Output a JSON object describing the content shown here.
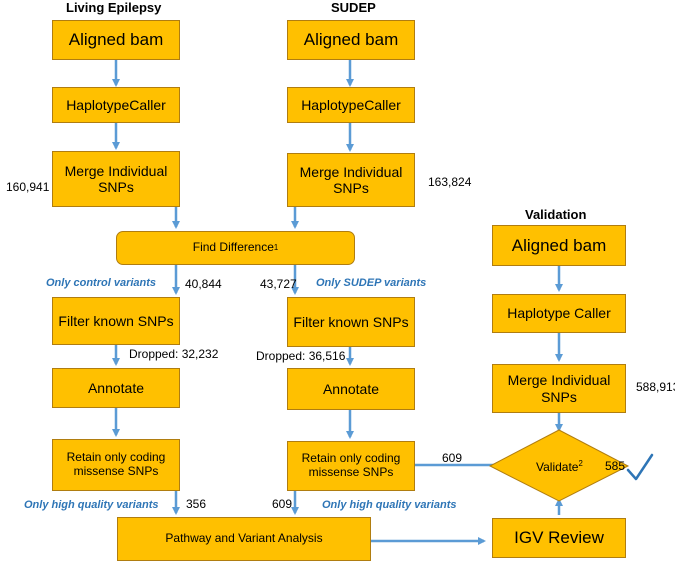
{
  "headers": {
    "living": "Living Epilepsy",
    "sudep": "SUDEP",
    "validation": "Validation"
  },
  "living": {
    "aligned_bam": "Aligned bam",
    "haplotype_caller": "HaplotypeCaller",
    "merge": "Merge Individual SNPs",
    "merge_count": "160,941",
    "filter": "Filter known SNPs",
    "dropped": "Dropped: 32,232",
    "annotate": "Annotate",
    "retain": "Retain only coding missense SNPs",
    "control_variants_label": "Only control variants",
    "control_count": "40,844",
    "high_quality_label": "Only high quality variants",
    "high_quality_count": "356"
  },
  "sudep": {
    "aligned_bam": "Aligned bam",
    "haplotype_caller": "HaplotypeCaller",
    "merge": "Merge Individual SNPs",
    "merge_count": "163,824",
    "filter": "Filter known SNPs",
    "dropped": "Dropped: 36,516",
    "annotate": "Annotate",
    "retain": "Retain only coding missense SNPs",
    "sudep_variants_label": "Only SUDEP variants",
    "sudep_count": "43,727",
    "high_quality_label": "Only high quality variants",
    "high_quality_count": "609",
    "to_validate_count": "609"
  },
  "shared": {
    "find_difference": "Find Difference",
    "find_difference_sup": "1",
    "pathway": "Pathway and Variant Analysis"
  },
  "validation": {
    "aligned_bam": "Aligned bam",
    "haplotype_caller": "Haplotype Caller",
    "merge": "Merge Individual SNPs",
    "merge_count": "588,913",
    "validate": "Validate",
    "validate_sup": "2",
    "validated_count": "585",
    "igv_review": "IGV Review"
  },
  "colors": {
    "box_fill": "#ffc000",
    "arrow": "#5b9bd5",
    "annotation": "#2e75b6"
  }
}
